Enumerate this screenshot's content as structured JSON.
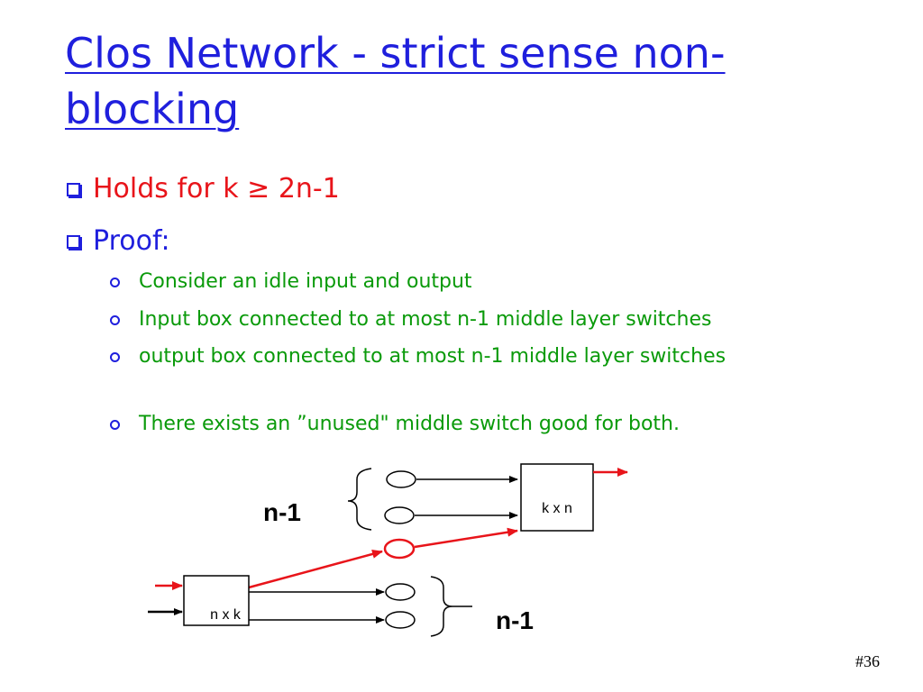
{
  "slide": {
    "title": "Clos Network - strict sense non-blocking",
    "bullets": [
      {
        "text": "Holds for k ≥ 2n-1",
        "color": "#e8141a"
      },
      {
        "text": "Proof:",
        "color": "#1f1fdd"
      }
    ],
    "sub_bullets": [
      "Consider  an idle input and output",
      "Input box connected to at most n-1 middle layer switches",
      "output box connected to at most n-1 middle layer switches",
      "There exists an ”unused\" middle switch good for both."
    ],
    "page_number": "#36"
  },
  "diagram": {
    "top_brace_label": "n-1",
    "bottom_brace_label": "n-1",
    "output_box_label": "k x n",
    "input_box_label": "n x k"
  },
  "colors": {
    "title": "#1f1fdd",
    "highlight": "#e8141a",
    "sub_bullet_text": "#0a9a0a"
  }
}
